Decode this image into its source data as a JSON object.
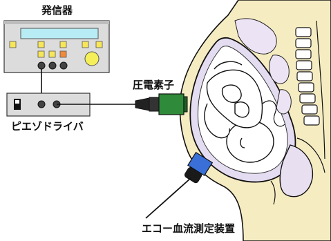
{
  "labels": {
    "signal_generator": "発信器",
    "piezo_element": "圧電素子",
    "piezo_driver": "ピエゾドライバ",
    "doppler_device": "エコー血流測定装置"
  }
}
